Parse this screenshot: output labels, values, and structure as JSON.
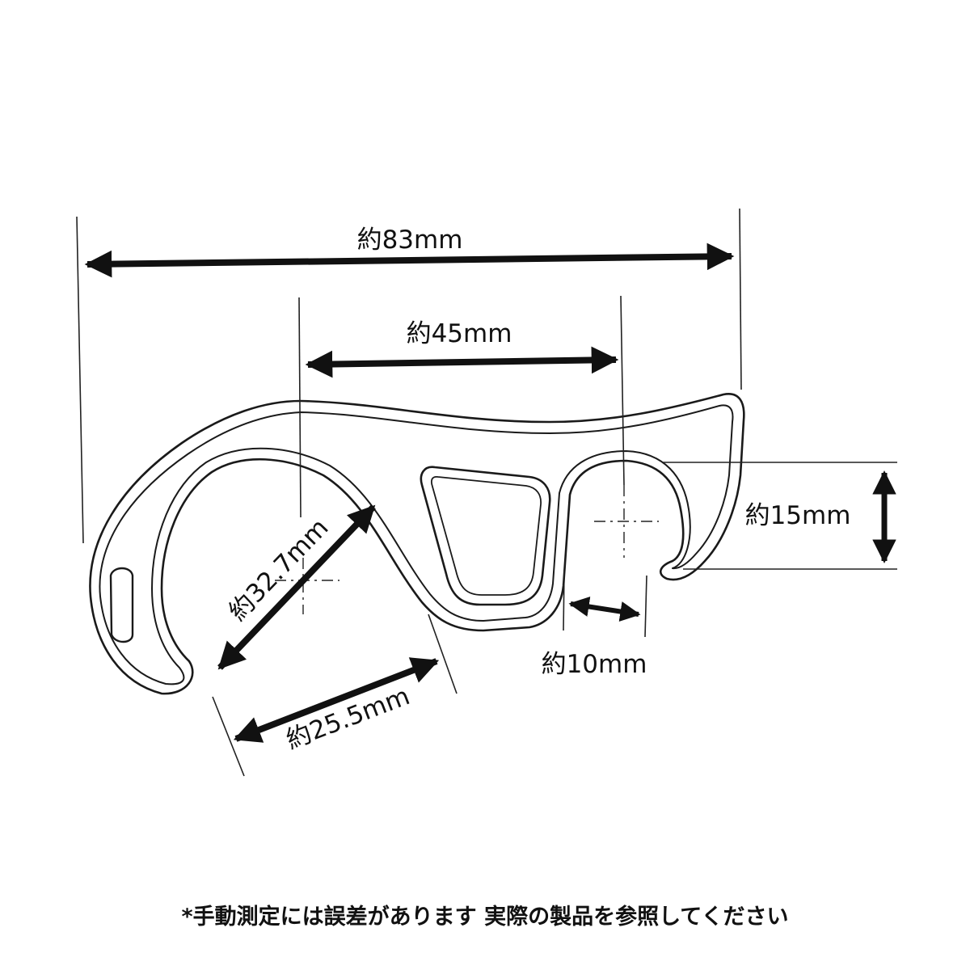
{
  "dimensions": {
    "overall_length": "約83mm",
    "hook_span": "約45mm",
    "slot_height": "約15mm",
    "slot_width": "約10mm",
    "opening_diagonal": "約32.7mm",
    "opening_mouth": "約25.5mm"
  },
  "footnote": "*手動測定には誤差があります 実際の製品を参照してください",
  "colors": {
    "line": "#111111",
    "background": "#ffffff"
  }
}
